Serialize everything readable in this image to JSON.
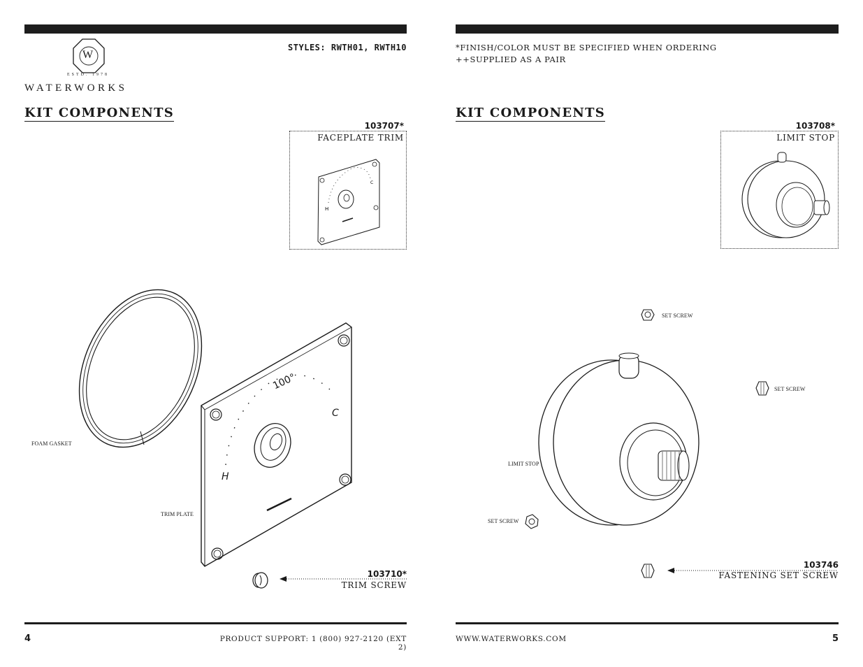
{
  "left_page": {
    "logo": {
      "monogram": "W",
      "estd": "ESTD. 1978",
      "wordmark": "WATERWORKS"
    },
    "styles": "STYLES: RWTH01, RWTH10",
    "heading": "KIT COMPONENTS",
    "parts": [
      {
        "number": "103707*",
        "label": "FACEPLATE TRIM"
      },
      {
        "number": "103710*",
        "label": "TRIM SCREW"
      }
    ],
    "callouts": {
      "gasket": "FOAM GASKET",
      "plate": "TRIM PLATE"
    },
    "dial": {
      "hot": "H",
      "cold": "C",
      "temp": "100°"
    },
    "footer": {
      "page": "4",
      "support": "PRODUCT SUPPORT: 1 (800) 927-2120 (EXT 2)"
    }
  },
  "right_page": {
    "notes": [
      "*FINISH/COLOR MUST BE SPECIFIED WHEN ORDERING",
      "++SUPPLIED AS A PAIR"
    ],
    "heading": "KIT COMPONENTS",
    "parts": [
      {
        "number": "103708*",
        "label": "LIMIT STOP"
      },
      {
        "number": "103746",
        "label": "FASTENING SET SCREW"
      }
    ],
    "callouts": {
      "set_screw_top": "SET SCREW",
      "set_screw_right": "SET SCREW",
      "limit_stop": "LIMIT STOP",
      "set_screw_left": "SET SCREW"
    },
    "footer": {
      "website": "WWW.WATERWORKS.COM",
      "page": "5"
    }
  }
}
